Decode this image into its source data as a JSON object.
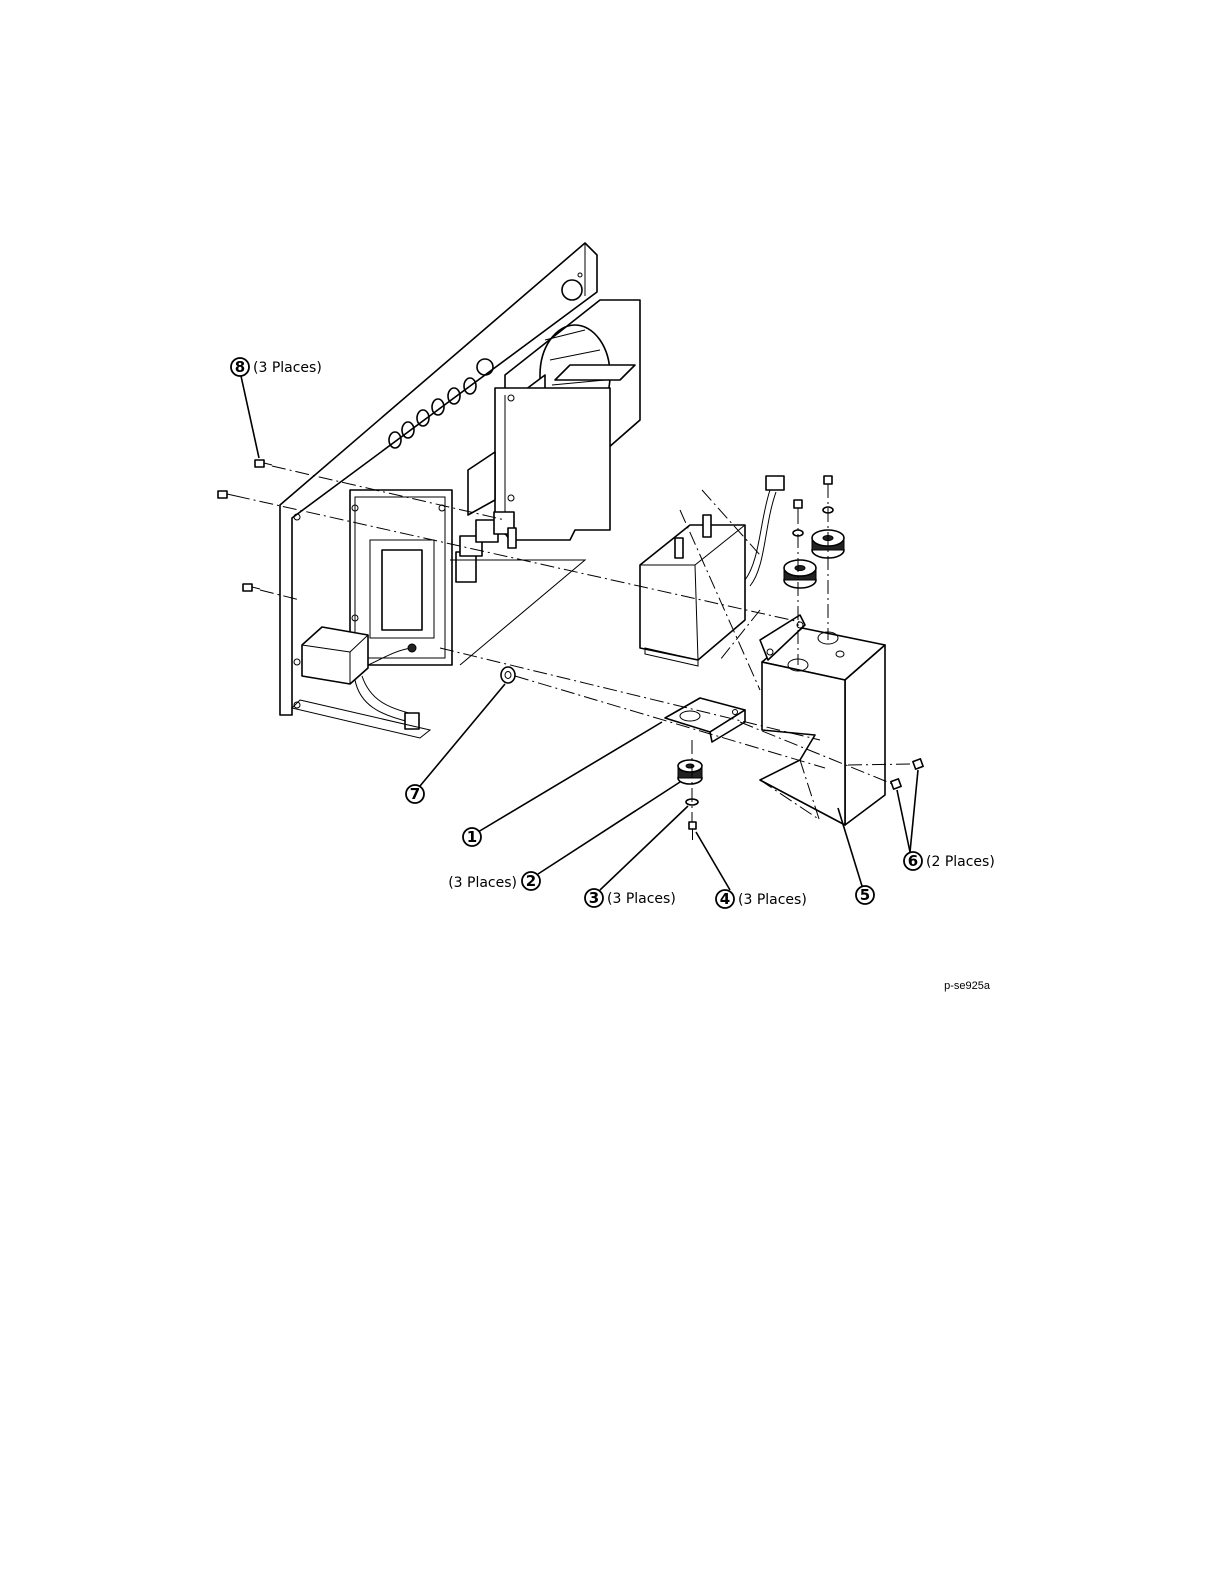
{
  "figure_id": "p-se925a",
  "callouts": [
    {
      "number": "1",
      "note": ""
    },
    {
      "number": "2",
      "note": "(3 Places)"
    },
    {
      "number": "3",
      "note": "(3 Places)"
    },
    {
      "number": "4",
      "note": "(3 Places)"
    },
    {
      "number": "5",
      "note": ""
    },
    {
      "number": "6",
      "note": "(2 Places)"
    },
    {
      "number": "7",
      "note": ""
    },
    {
      "number": "8",
      "note": "(3 Places)"
    }
  ]
}
